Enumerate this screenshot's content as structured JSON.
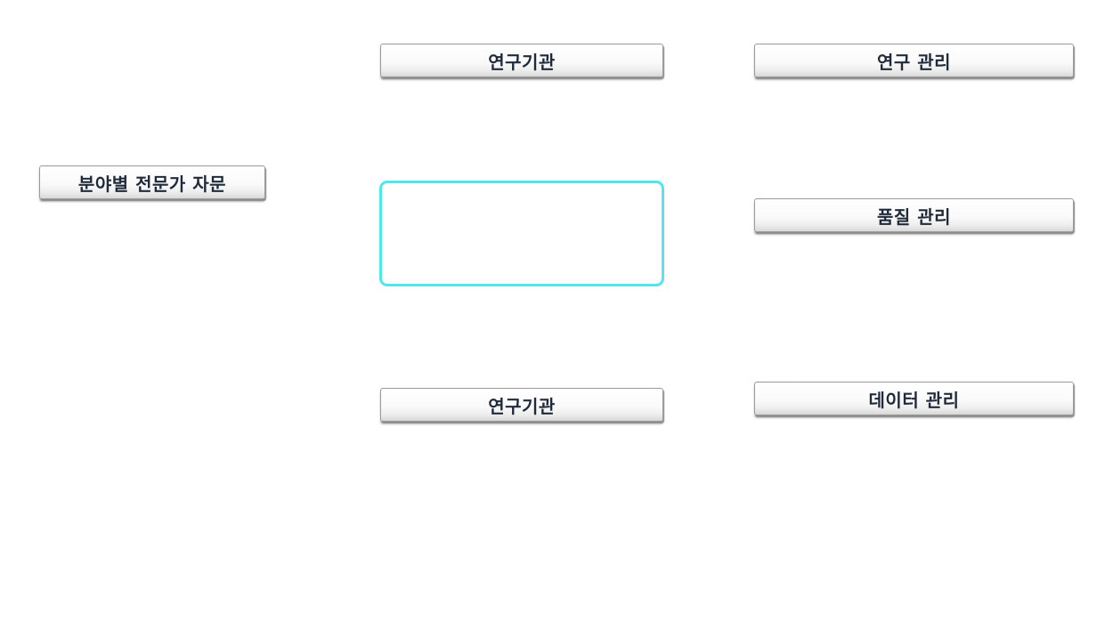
{
  "nodes": {
    "expert_consultation": "분야별 전문가 자문",
    "research_institute_top": "연구기관",
    "research_institute_bottom": "연구기관",
    "research_management": "연구 관리",
    "quality_management": "품질 관리",
    "data_management": "데이터 관리"
  },
  "colors": {
    "highlight_border": "#4fe6ec",
    "node_text": "#1f2a3a"
  }
}
